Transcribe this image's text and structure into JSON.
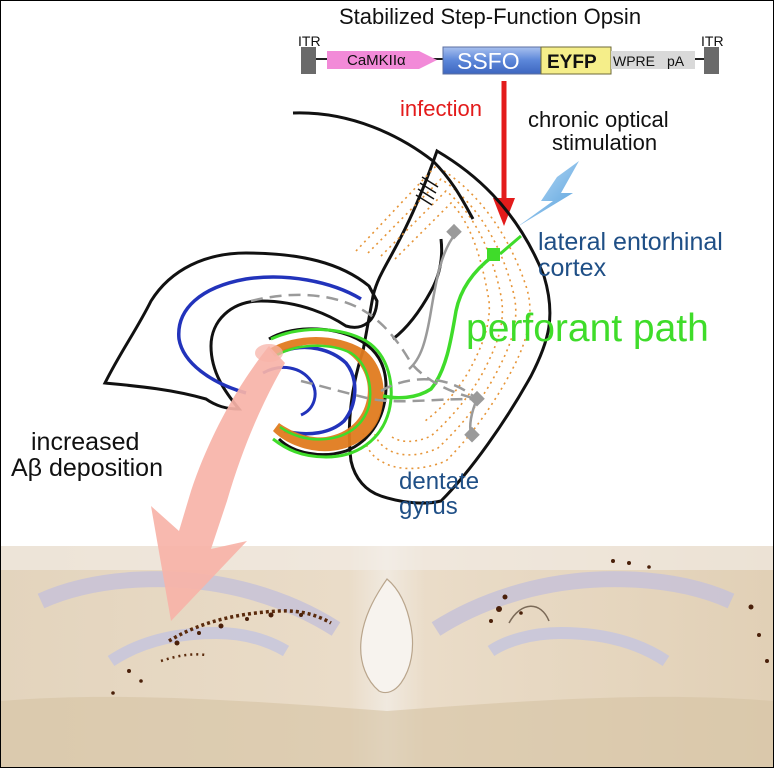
{
  "title": "Stabilized Step-Function Opsin",
  "construct": {
    "itr_left": "ITR",
    "promoter": "CaMKIIα",
    "ssfo": "SSFO",
    "eyfp": "EYFP",
    "wpre": "WPRE",
    "pa": "pA",
    "itr_right": "ITR"
  },
  "labels": {
    "infection": "infection",
    "chronic_line1": "chronic optical",
    "chronic_line2": "stimulation",
    "entorhinal_line1": "lateral entorhinal",
    "entorhinal_line2": "cortex",
    "perforant": "perforant path",
    "dentate_line1": "dentate",
    "dentate_line2": "gyrus",
    "abeta_line1": "increased",
    "abeta_line2": "Aβ deposition"
  },
  "colors": {
    "infection_arrow": "#e31b1b",
    "perforant_path": "#3fdc2a",
    "granule_layer": "#2233bb",
    "deposition": "#e07b1f",
    "region_label": "#1f4f86",
    "promoter": "#f28ad8",
    "ssfo": "#5b86d9",
    "eyfp": "#f5ee8a",
    "bolt": "#8cc4ee",
    "deposition_arrow": "#f7b3a8"
  },
  "icons": {
    "bolt": "lightning-bolt-icon",
    "arrow": "down-arrow-icon"
  }
}
